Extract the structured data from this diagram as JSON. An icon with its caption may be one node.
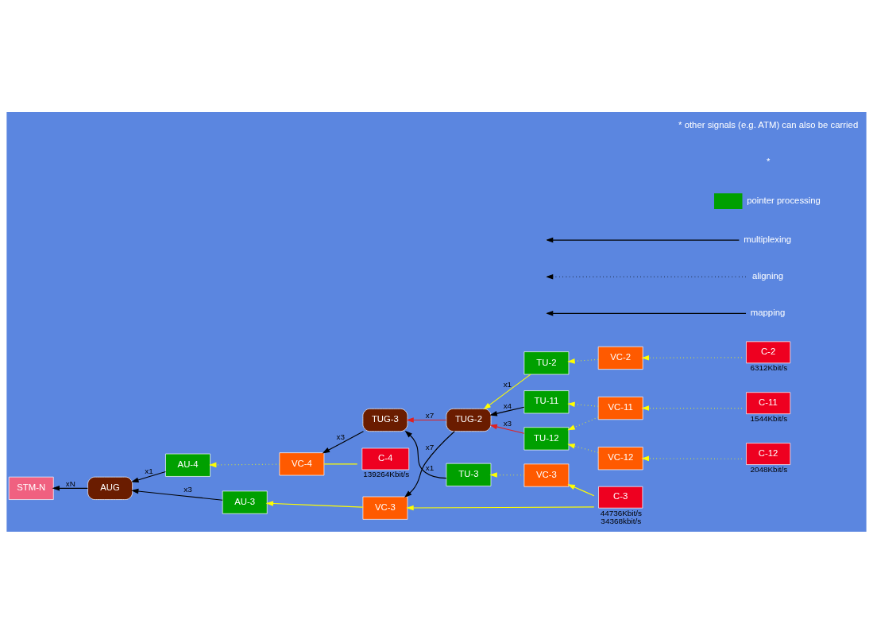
{
  "diagram": {
    "nodes": [
      {
        "text": [
          "STM-N"
        ]
      },
      {
        "text": [
          "AUG"
        ]
      },
      {
        "text": [
          "AU-4"
        ]
      },
      {
        "text": [
          "VC-4"
        ]
      },
      {
        "text": [
          "C-4"
        ],
        "beside": [
          "139264Kbit/s"
        ]
      },
      {
        "text": [
          "TUG-3"
        ]
      },
      {
        "text": [
          "TU-3"
        ]
      },
      {
        "text": [
          "VC-3"
        ]
      },
      {
        "text": [
          "AU-3"
        ]
      },
      {
        "text": [
          "VC-3"
        ]
      },
      {
        "text": [
          "C-3"
        ],
        "beside": [
          "44736Kbit/s",
          "34368kbit/s"
        ]
      },
      {
        "text": [
          "TUG-2"
        ]
      },
      {
        "text": [
          "TU-2"
        ]
      },
      {
        "text": [
          "VC-2"
        ]
      },
      {
        "text": [
          "C-2"
        ],
        "beside": [
          "6312Kbit/s"
        ]
      },
      {
        "text": [
          "TU-12"
        ]
      },
      {
        "text": [
          "VC-12"
        ]
      },
      {
        "text": [
          "C-12"
        ],
        "beside": [
          "2048Kbit/s"
        ]
      },
      {
        "text": [
          "TU-11"
        ]
      },
      {
        "text": [
          "VC-11"
        ]
      },
      {
        "text": [
          "C-11"
        ],
        "beside": [
          "1544Kbit/s"
        ]
      }
    ],
    "edges": [
      {
        "from": 1,
        "to": 0,
        "arrow": "to",
        "label": "xN",
        "color": "#000000"
      },
      {
        "from": 2,
        "to": 1,
        "arrow": "to",
        "label": "x1",
        "color": "#000000"
      },
      {
        "from": 3,
        "to": 2,
        "arrow": "to",
        "style": "dashed"
      },
      {
        "from": 4,
        "to": 3,
        "arrow": "none"
      },
      {
        "from": 5,
        "to": 3,
        "arrow": "to",
        "label": "x3",
        "color": "#000000"
      },
      {
        "from": 6,
        "to": 5,
        "arrow": "to",
        "label": "x1",
        "color": "#000000"
      },
      {
        "from": 7,
        "to": 6,
        "arrow": "to",
        "style": "dashed"
      },
      {
        "from": 10,
        "to": 7,
        "arrow": "to"
      },
      {
        "from": 8,
        "to": 1,
        "arrow": "to",
        "label": "x3",
        "color": "#000000"
      },
      {
        "from": 9,
        "to": 8,
        "arrow": "to"
      },
      {
        "from": 10,
        "to": 9,
        "arrow": "to"
      },
      {
        "from": 11,
        "to": 9,
        "arrow": "to",
        "label": "x7",
        "color": "#000000"
      },
      {
        "from": 11,
        "to": 5,
        "arrow": "to",
        "label": "x7",
        "color": "#e02020"
      },
      {
        "from": 12,
        "to": 11,
        "arrow": "to",
        "label": "x1"
      },
      {
        "from": 13,
        "to": 12,
        "arrow": "to",
        "style": "dashed"
      },
      {
        "from": 14,
        "to": 13,
        "arrow": "to",
        "style": "dashed"
      },
      {
        "from": 15,
        "to": 11,
        "arrow": "to",
        "label": "x3",
        "color": "#e02020"
      },
      {
        "from": 16,
        "to": 15,
        "arrow": "to",
        "style": "dashed"
      },
      {
        "from": 17,
        "to": 16,
        "arrow": "to",
        "style": "dashed"
      },
      {
        "from": 18,
        "to": 11,
        "arrow": "to",
        "label": "x4",
        "color": "#000000"
      },
      {
        "from": 19,
        "to": 18,
        "arrow": "to",
        "style": "dashed"
      },
      {
        "from": 19,
        "to": 15,
        "arrow": "to",
        "style": "dashed"
      },
      {
        "from": 20,
        "to": 19,
        "arrow": "to",
        "style": "dashed"
      }
    ],
    "labels": [
      "*",
      "* other signals (e.g. ATM) can also be carried"
    ],
    "legend": [
      {
        "text": "pointer processing",
        "color": "#00a000"
      },
      {
        "text": "multiplexing"
      },
      {
        "text": "aligning"
      },
      {
        "text": "mapping"
      }
    ]
  }
}
